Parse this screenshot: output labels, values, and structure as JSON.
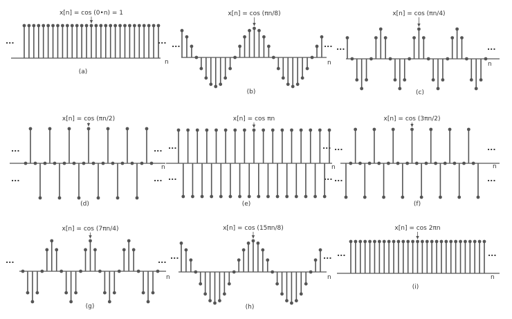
{
  "figure": {
    "ink_color": "#555555",
    "axis_label": "n",
    "ellipsis": "...",
    "panels": [
      {
        "id": "a",
        "title": "x[n] = cos (0•n) = 1",
        "caption": "(a)",
        "frequency_pi": 0
      },
      {
        "id": "b",
        "title": "x[n] = cos (πn/8)",
        "caption": "(b)",
        "frequency_pi": 0.125
      },
      {
        "id": "c",
        "title": "x[n] = cos (πn/4)",
        "caption": "(c)",
        "frequency_pi": 0.25
      },
      {
        "id": "d",
        "title": "x[n] = cos (πn/2)",
        "caption": "(d)",
        "frequency_pi": 0.5
      },
      {
        "id": "e",
        "title": "x[n] = cos πn",
        "caption": "(e)",
        "frequency_pi": 1
      },
      {
        "id": "f",
        "title": "x[n] = cos (3πn/2)",
        "caption": "(f)",
        "frequency_pi": 1.5
      },
      {
        "id": "g",
        "title": "x[n] = cos (7πn/4)",
        "caption": "(g)",
        "frequency_pi": 1.75
      },
      {
        "id": "h",
        "title": "x[n] = cos (15πn/8)",
        "caption": "(h)",
        "frequency_pi": 1.875
      },
      {
        "id": "i",
        "title": "x[n] = cos 2πn",
        "caption": "(i)",
        "frequency_pi": 2
      }
    ]
  }
}
